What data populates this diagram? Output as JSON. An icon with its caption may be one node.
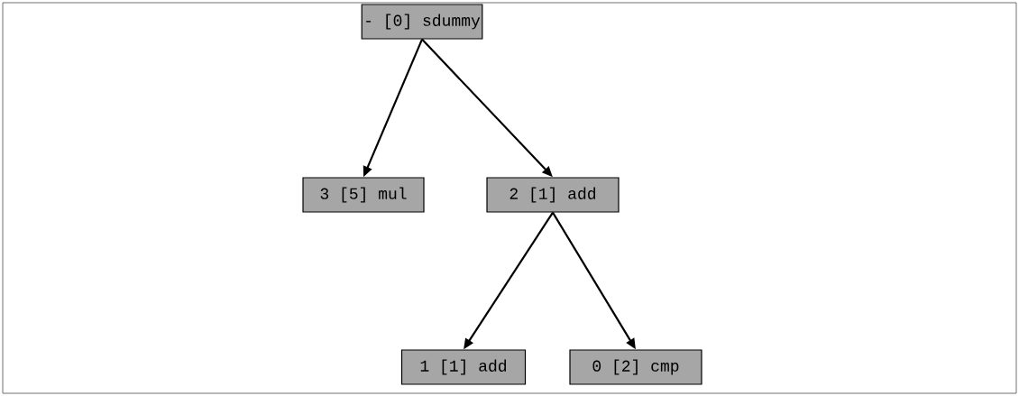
{
  "diagram": {
    "nodes": [
      {
        "text": [
          "- [0] sdummy"
        ]
      },
      {
        "text": [
          "3 [5] mul"
        ]
      },
      {
        "text": [
          "2 [1] add"
        ]
      },
      {
        "text": [
          "1 [1] add"
        ]
      },
      {
        "text": [
          "0 [2] cmp"
        ]
      }
    ],
    "edges": [
      {
        "from": 0,
        "to": 1,
        "arrow": "to"
      },
      {
        "from": 0,
        "to": 2,
        "arrow": "to"
      },
      {
        "from": 2,
        "to": 3,
        "arrow": "to"
      },
      {
        "from": 2,
        "to": 4,
        "arrow": "to"
      }
    ]
  }
}
